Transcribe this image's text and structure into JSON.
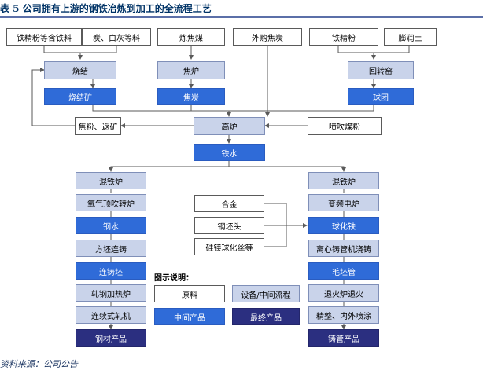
{
  "title": "表 5   公司拥有上游的钢铁冶炼到加工的全流程工艺",
  "source": "资料来源：公司公告",
  "colors": {
    "raw": "#ffffff",
    "equipment": "#c9d3ea",
    "intermediate": "#2f6bd8",
    "final": "#2b2f80",
    "line": "#5a5a5a"
  },
  "nodes": {
    "n_iron_powder_mix": "铁精粉等含铁料",
    "n_coke_lime": "炭、白灰等料",
    "n_coking_coal": "炼焦煤",
    "n_bought_coke": "外购焦炭",
    "n_iron_fine": "铁精粉",
    "n_bentonite": "膨润土",
    "n_sintering": "烧结",
    "n_coke_oven": "焦炉",
    "n_rotary_kiln": "回转窑",
    "n_sinter_ore": "烧结矿",
    "n_coke": "焦炭",
    "n_pellet": "球团",
    "n_coke_return": "焦粉、返矿",
    "n_blast_furnace": "高炉",
    "n_coal_injection": "喷吹煤粉",
    "n_molten_iron": "铁水",
    "n_mixer_left": "混铁炉",
    "n_oxygen_converter": "氧气顶吹转炉",
    "n_steel_water": "钢水",
    "n_billet_caster": "方坯连铸",
    "n_cast_billet": "连铸坯",
    "n_heating_furnace": "轧钢加热炉",
    "n_rolling_mill": "连续式轧机",
    "n_steel_products": "钢材产品",
    "n_mixer_right": "混铁炉",
    "n_induction_furnace": "变频电炉",
    "n_alloy": "合金",
    "n_billet_head": "钢坯头",
    "n_nodulizer": "硅镁球化丝等",
    "n_nodular_iron": "球化铁",
    "n_centrifugal_caster": "离心铸管机浇铸",
    "n_raw_pipe": "毛坯管",
    "n_annealing": "退火炉退火",
    "n_finishing": "精整、内外喷涂",
    "n_pipe_products": "铸管产品"
  },
  "legend": {
    "title": "图示说明：",
    "raw": "原料",
    "equipment": "设备/中间流程",
    "intermediate": "中间产品",
    "final": "最终产品"
  }
}
